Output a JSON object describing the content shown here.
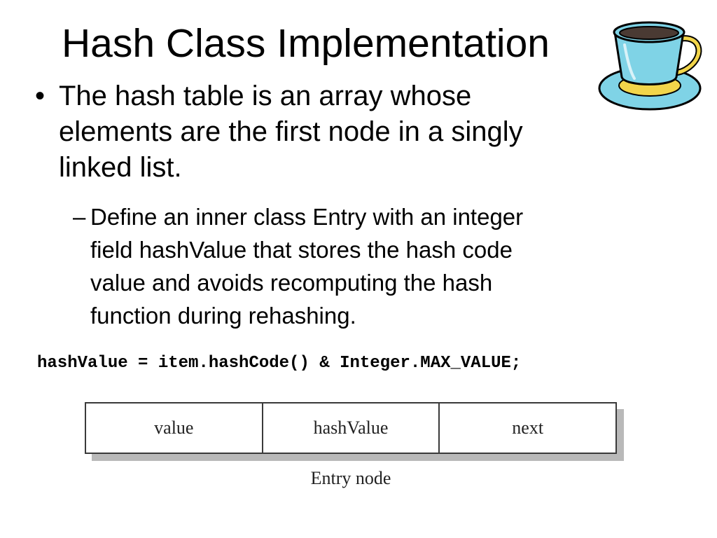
{
  "slide": {
    "title": "Hash Class Implementation",
    "bullet": {
      "marker": "•",
      "lines": [
        "The hash table is an array whose",
        "elements are the first node in a singly",
        "linked list."
      ]
    },
    "sub_bullet": {
      "marker": "–",
      "lines": [
        "Define an inner class Entry with an integer",
        "field hashValue that stores the hash code",
        "value and avoids recomputing the hash",
        "function during rehashing."
      ]
    },
    "code_line": "hashValue = item.hashCode() & Integer.MAX_VALUE;",
    "entry_node": {
      "fields": [
        "value",
        "hashValue",
        "next"
      ],
      "caption": "Entry node"
    },
    "decoration": {
      "icon": "coffee-cup-icon",
      "colors": {
        "cup": "#7fd3e6",
        "saucer": "#7fd3e6",
        "rim_band": "#f2d54a",
        "coffee": "#4a3a33",
        "outline": "#000000"
      }
    }
  }
}
